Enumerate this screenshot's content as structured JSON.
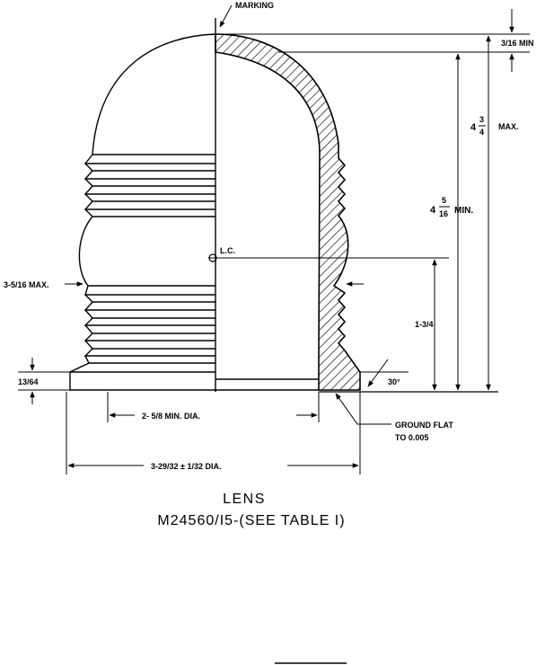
{
  "labels": {
    "marking": "MARKING",
    "dim_top": "3/16 MIN",
    "dim_overall_whole": "4",
    "dim_overall_num": "3",
    "dim_overall_den": "4",
    "dim_overall_suffix": "MAX.",
    "dim_inner_whole": "4",
    "dim_inner_num": "5",
    "dim_inner_den": "16",
    "dim_inner_suffix": "MIN.",
    "lc": "L.C.",
    "dim_left_max": "3-5/16 MAX.",
    "dim_center_height": "1-3/4",
    "dim_base_height": "13/64",
    "angle": "30°",
    "dim_min_dia": "2- 5/8  MIN.  DIA.",
    "ground_flat_1": "GROUND FLAT",
    "ground_flat_2": "TO 0.005",
    "dim_outer_dia": "3-29/32 ± 1/32 DIA."
  },
  "caption": {
    "line1": "LENS",
    "line2": "M24560/I5-(SEE TABLE I)"
  }
}
